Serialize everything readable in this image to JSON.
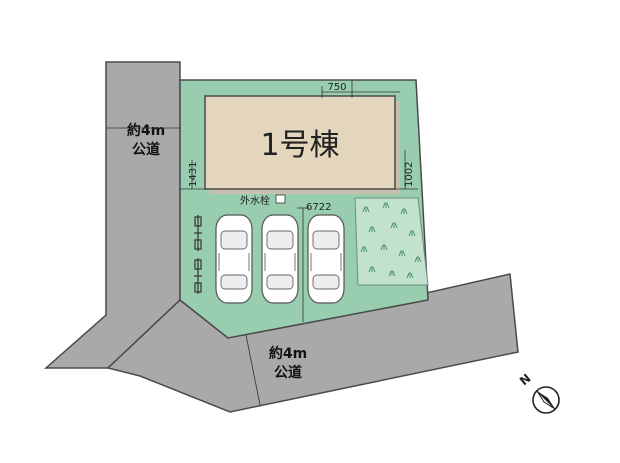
{
  "roads": {
    "west_label": [
      "約4m",
      "公道"
    ],
    "south_label": [
      "約4m",
      "公道"
    ]
  },
  "house": {
    "name": "1号棟"
  },
  "dimensions": {
    "top_width": "750",
    "left_setback": "1431",
    "right_setback": "1002",
    "parking_depth": "6722"
  },
  "site_features": {
    "water_meter_label": "外水栓"
  },
  "parking": {
    "car_count": 3,
    "bicycle_count": 2
  },
  "compass": {
    "label": "N",
    "icon": "north-arrow-icon"
  },
  "colors": {
    "lot": "#99cdb0",
    "road": "#a9a9a9",
    "house": "#e3d6bd"
  }
}
